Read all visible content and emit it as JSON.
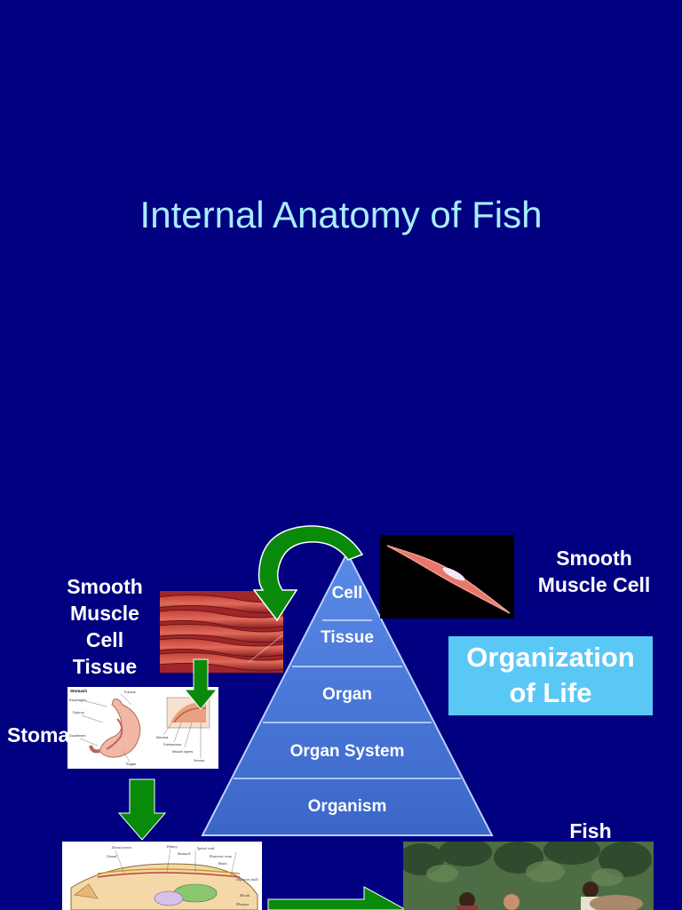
{
  "slide": {
    "title": "Internal Anatomy of Fish",
    "background_color": "#000080"
  },
  "labels": {
    "smooth_muscle_cell": "Smooth\nMuscle Cell",
    "smooth_muscle_cell_tissue": "Smooth\nMuscle\nCell\nTissue",
    "stomach_partial": "Stoma",
    "fish": "Fish"
  },
  "organization_box": {
    "text": "Organization\nof Life",
    "color": "#5ac8f5"
  },
  "pyramid": {
    "levels": [
      "Cell",
      "Tissue",
      "Organ",
      "Organ System",
      "Organism"
    ],
    "fill_color": "#4a78d8"
  },
  "stomach_diagram": {
    "heading": "Stomach",
    "labels": [
      "Esophagus",
      "Fundus",
      "Pylorus",
      "Duodenum",
      "Rugae",
      "Mucosa",
      "Submucosa",
      "Muscle layers",
      "Serosa"
    ]
  },
  "fish_diagram": {
    "labels": [
      "Dorsal aorta",
      "Kidney",
      "Spinal cord",
      "Stomach",
      "Posterior vena",
      "Brain",
      "Gonad",
      "Olfactory bulb",
      "Mouth",
      "Pharynx"
    ]
  },
  "arrow_color": "#0a8a0a"
}
